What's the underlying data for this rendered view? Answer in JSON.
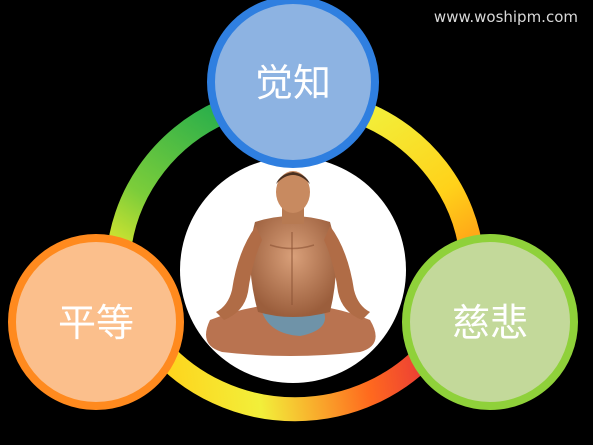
{
  "watermark": "www.woshipm.com",
  "nodes": {
    "top": {
      "label": "觉知",
      "fill": "#8db3e2",
      "stroke": "#2f7fe0"
    },
    "left": {
      "label": "平等",
      "fill": "#fbbf8c",
      "stroke": "#ff8a1e"
    },
    "right": {
      "label": "慈悲",
      "fill": "#c3d99a",
      "stroke": "#8fd13a"
    }
  },
  "center": {
    "image": "meditating-man",
    "fill": "#ffffff"
  },
  "colors": {
    "ring_green": "#3fb24a",
    "ring_yellow": "#f5e21c",
    "ring_orange": "#ff9a16",
    "ring_red": "#e8353a"
  }
}
